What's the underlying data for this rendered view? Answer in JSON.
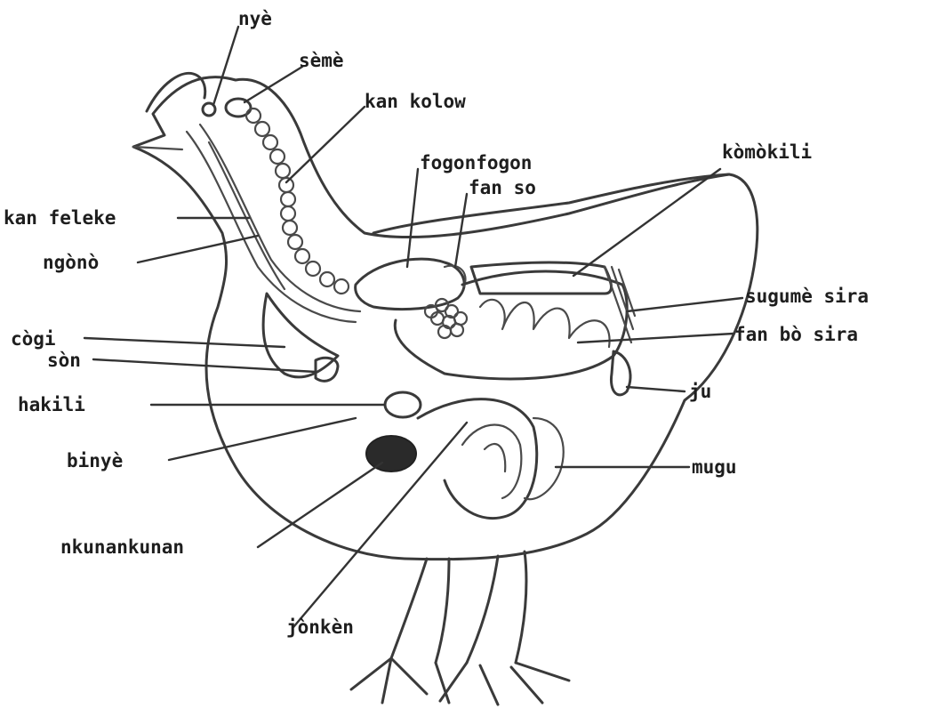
{
  "labels": {
    "nye": "nyè",
    "seme": "sèmè",
    "kan_kolow": "kan kolow",
    "fogonfogon": "fogonfogon",
    "fan_so": "fan so",
    "kombokili": "kòmòkili",
    "kan_feleke": "kan feleke",
    "ngono": "ngònò",
    "sugume_sira": "sugumè sira",
    "cogi": "cògi",
    "fan_bo_sira": "fan bò sira",
    "son": "sòn",
    "hakili": "hakili",
    "ju": "ju",
    "binye": "binyè",
    "mugu": "mugu",
    "nkunankunan": "nkunankunan",
    "jonken": "jònkèn"
  }
}
